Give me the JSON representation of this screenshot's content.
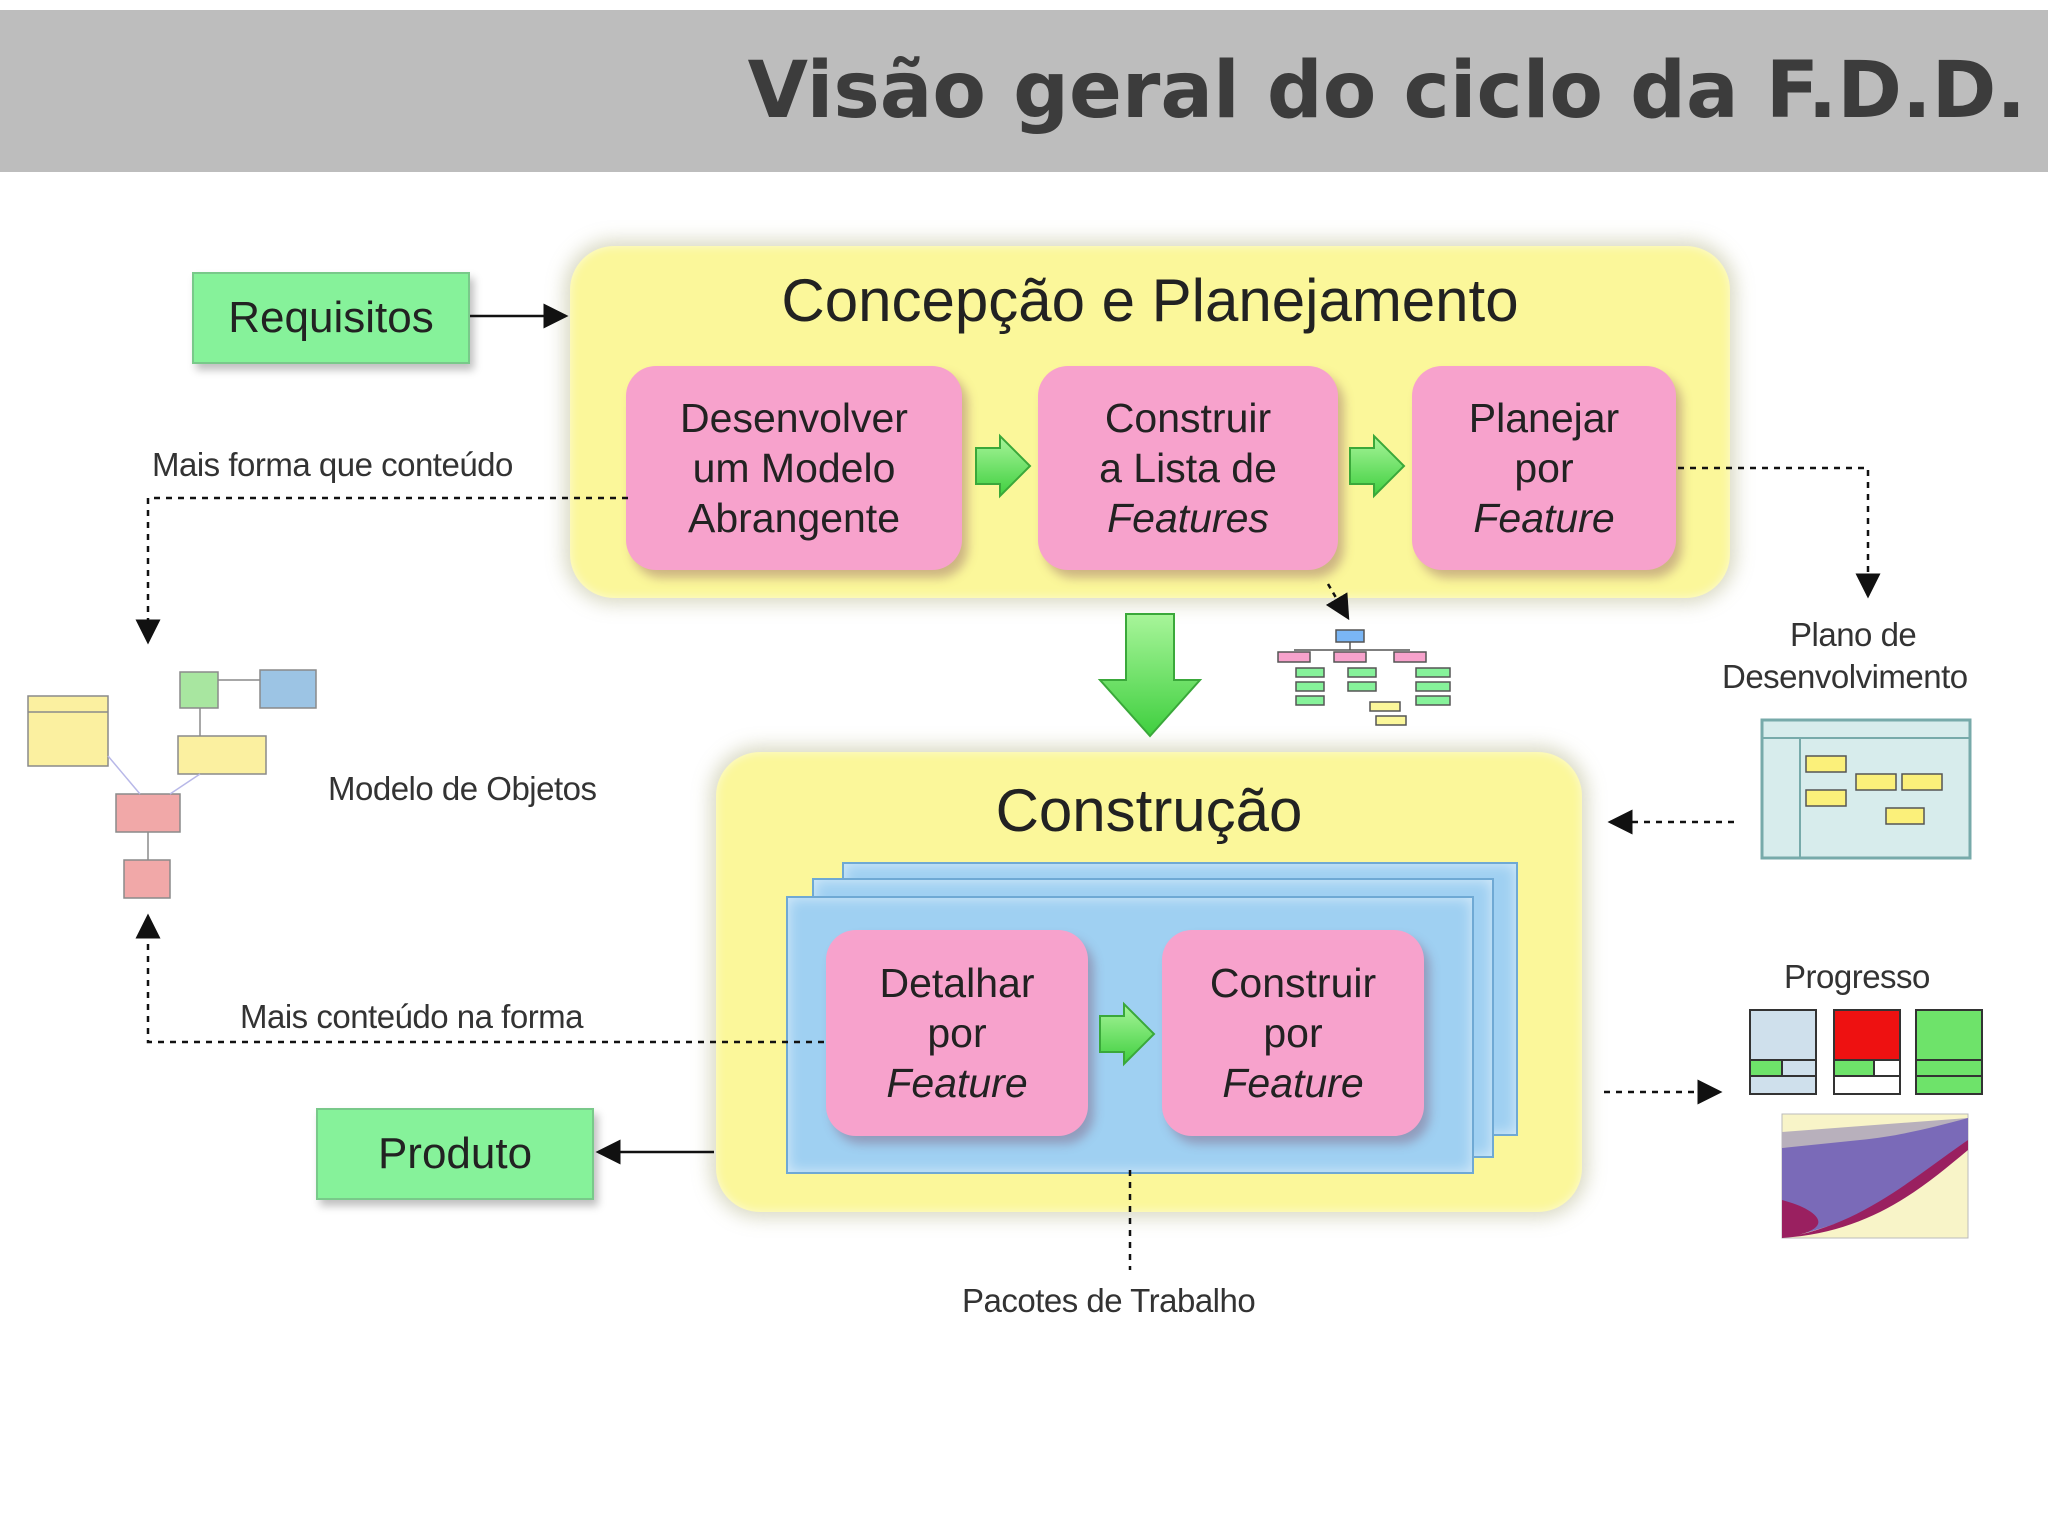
{
  "slide": {
    "title": "Visão geral do ciclo da F.D.D."
  },
  "planning": {
    "title": "Concepção e Planejamento",
    "step1": {
      "line1": "Desenvolver",
      "line2": "um Modelo",
      "line3": "Abrangente"
    },
    "step2": {
      "line1": "Construir",
      "line2": "a Lista de",
      "line3": "Features"
    },
    "step3": {
      "line1": "Planejar",
      "line2": "por",
      "line3": "Feature"
    }
  },
  "construction": {
    "title": "Construção",
    "step1": {
      "line1": "Detalhar",
      "line2": "por",
      "line3": "Feature"
    },
    "step2": {
      "line1": "Construir",
      "line2": "por",
      "line3": "Feature"
    }
  },
  "inputs": {
    "requisitos": "Requisitos",
    "produto": "Produto"
  },
  "labels": {
    "mais_forma": "Mais forma que conteúdo",
    "mais_conteudo": "Mais conteúdo na forma",
    "modelo_objetos": "Modelo de Objetos",
    "plano_line1": "Plano de",
    "plano_line2": "Desenvolvimento",
    "progresso": "Progresso",
    "pacotes": "Pacotes de Trabalho"
  },
  "colors": {
    "panel": "#fbf79a",
    "step": "#f7a2cc",
    "input_box": "#86f29a",
    "construction_card": "#9fd0f2",
    "arrow_green": "#6ee36a",
    "progress_red": "#ee1111"
  }
}
